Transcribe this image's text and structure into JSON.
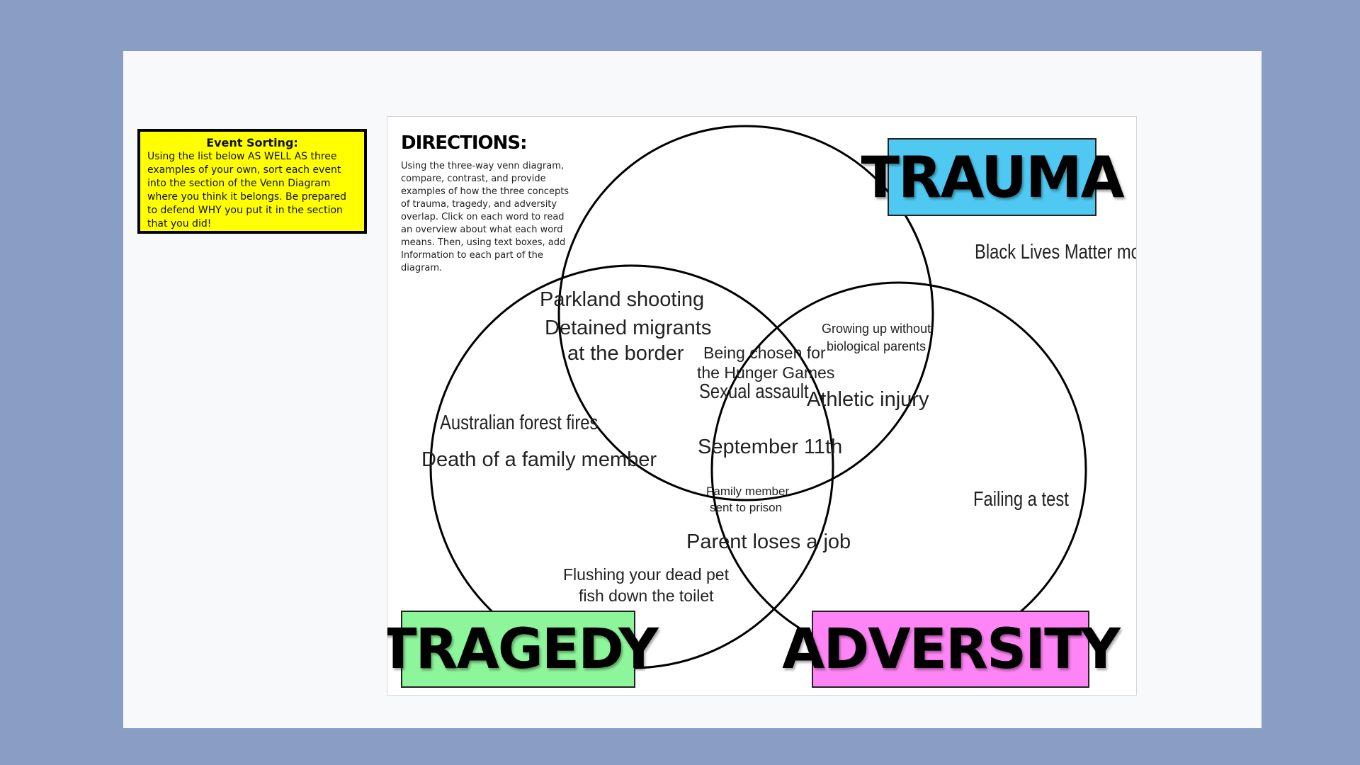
{
  "instructions": {
    "title": "Event Sorting:",
    "body": "Using the list below AS WELL AS three examples of your own, sort each event into the section of the Venn Diagram where you think it belongs.  Be prepared to defend WHY you put it in the section that you did!"
  },
  "directions": {
    "title": "DIRECTIONS:",
    "body": "Using the three-way venn diagram, compare, contrast, and provide examples of how the three concepts of trauma, tragedy, and adversity overlap.  Click on each word to read an overview about what each word means.  Then, using text boxes, add Information to each part of the diagram."
  },
  "labels": {
    "trauma": "TRAUMA",
    "tragedy": "TRAGEDY",
    "adversity": "ADVERSITY"
  },
  "colors": {
    "background": "#8a9ec5",
    "instructions_box": "#ffff00",
    "trauma": "#4fc9f2",
    "tragedy": "#8df59a",
    "adversity": "#ff84f5"
  },
  "events": {
    "black_lives_matter": "Black Lives Matter movement",
    "parkland": "Parkland shooting",
    "migrants_1": "Detained migrants",
    "migrants_2": "at the border",
    "growing_up_1": "Growing up without",
    "growing_up_2": "biological parents",
    "hunger_games_1": "Being chosen for",
    "hunger_games_2": "the Hunger Games",
    "sexual_assault": "Sexual assault",
    "athletic_injury": "Athletic injury",
    "forest_fires": "Australian forest fires",
    "death_family": "Death of a family member",
    "sept_11": "September 11th",
    "prison_1": "Family member",
    "prison_2": "sent to prison",
    "failing_test": "Failing a test",
    "parent_job": "Parent loses a job",
    "dead_pet_1": "Flushing your dead pet",
    "dead_pet_2": "fish down the toilet"
  }
}
